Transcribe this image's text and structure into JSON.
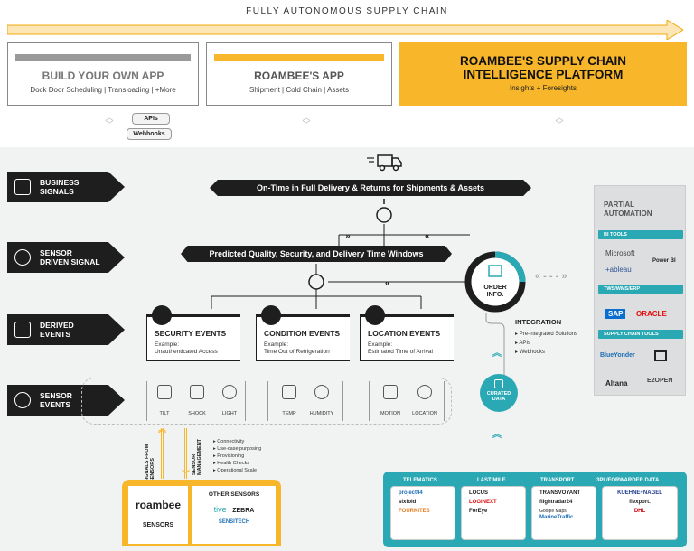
{
  "top": {
    "title": "FULLY AUTONOMOUS SUPPLY CHAIN",
    "build_own": {
      "title": "BUILD YOUR OWN APP",
      "subtitle": "Dock Door Scheduling | Transloading | +More"
    },
    "roambee_app": {
      "title": "ROAMBEE'S APP",
      "subtitle": "Shipment | Cold Chain | Assets"
    },
    "platform": {
      "line1": "ROAMBEE'S SUPPLY CHAIN",
      "line2": "INTELLIGENCE PLATFORM",
      "subtitle": "Insights + Foresights"
    },
    "pills": [
      "APIs",
      "Webhooks"
    ]
  },
  "labels": [
    {
      "line1": "BUSINESS",
      "line2": "SIGNALS"
    },
    {
      "line1": "SENSOR",
      "line2": "DRIVEN SIGNAL"
    },
    {
      "line1": "DERIVED",
      "line2": "EVENTS"
    },
    {
      "line1": "SENSOR",
      "line2": "EVENTS"
    }
  ],
  "banners": {
    "business": "On-Time in Full Delivery & Returns for Shipments & Assets",
    "sensor": "Predicted Quality, Security, and Delivery Time Windows"
  },
  "events": [
    {
      "title": "SECURITY EVENTS",
      "example_label": "Example:",
      "example": "Unauthenticated Access"
    },
    {
      "title": "CONDITION EVENTS",
      "example_label": "Example:",
      "example": "Time Out of Refrigeration"
    },
    {
      "title": "LOCATION EVENTS",
      "example_label": "Example:",
      "example": "Estimated Time of Arrival"
    }
  ],
  "sensor_events": [
    "TILT",
    "SHOCK",
    "LIGHT",
    "TEMP",
    "HUMIDITY",
    "MOTION",
    "LOCATION"
  ],
  "order": {
    "line1": "ORDER",
    "line2": "INFO."
  },
  "integration": {
    "title": "INTEGRATION",
    "items": [
      "Pre-integrated Solutions",
      "APIs",
      "Webhooks"
    ]
  },
  "curated": {
    "line1": "CURATED",
    "line2": "DATA"
  },
  "right_panel": {
    "title_line1": "PARTIAL",
    "title_line2": "AUTOMATION",
    "tags": [
      "BI TOOLS",
      "TWS/WMS/ERP",
      "SUPPLY CHAIN TOOLS"
    ],
    "logos": [
      "Microsoft",
      "Power BI",
      "+ableau",
      "SAP",
      "ORACLE",
      "BlueYonder",
      "Altana",
      "E2OPEN"
    ]
  },
  "side_labels": {
    "signals": "SIGNALS FROM SENSORS",
    "management": "SENSOR MANAGEMENT"
  },
  "management_items": [
    "Connectivity",
    "Use-case purposing",
    "Provisioning",
    "Health Checks",
    "Operational Scale"
  ],
  "sensors": {
    "brand": "roambee",
    "label": "SENSORS",
    "other_title": "OTHER SENSORS",
    "other": [
      "tive",
      "ZEBRA",
      "SENSITECH"
    ]
  },
  "bottom": {
    "headers": [
      "TELEMATICS",
      "LAST MILE",
      "TRANSPORT",
      "3PL/FORWARDER DATA"
    ],
    "telematics": [
      "project44",
      "sixfold",
      "FOURKITES"
    ],
    "last_mile": [
      "LOCUS",
      "LOGINEXT",
      "ForEye"
    ],
    "transport": [
      "TRANSVOYANT",
      "flightradar24",
      "Google Maps",
      "MarineTraffic"
    ],
    "forwarder": [
      "KUEHNE+NAGEL",
      "flexport.",
      "DHL"
    ]
  },
  "colors": {
    "accent": "#f8b62a",
    "dark": "#1e1e1e",
    "teal": "#2aa9b5"
  }
}
